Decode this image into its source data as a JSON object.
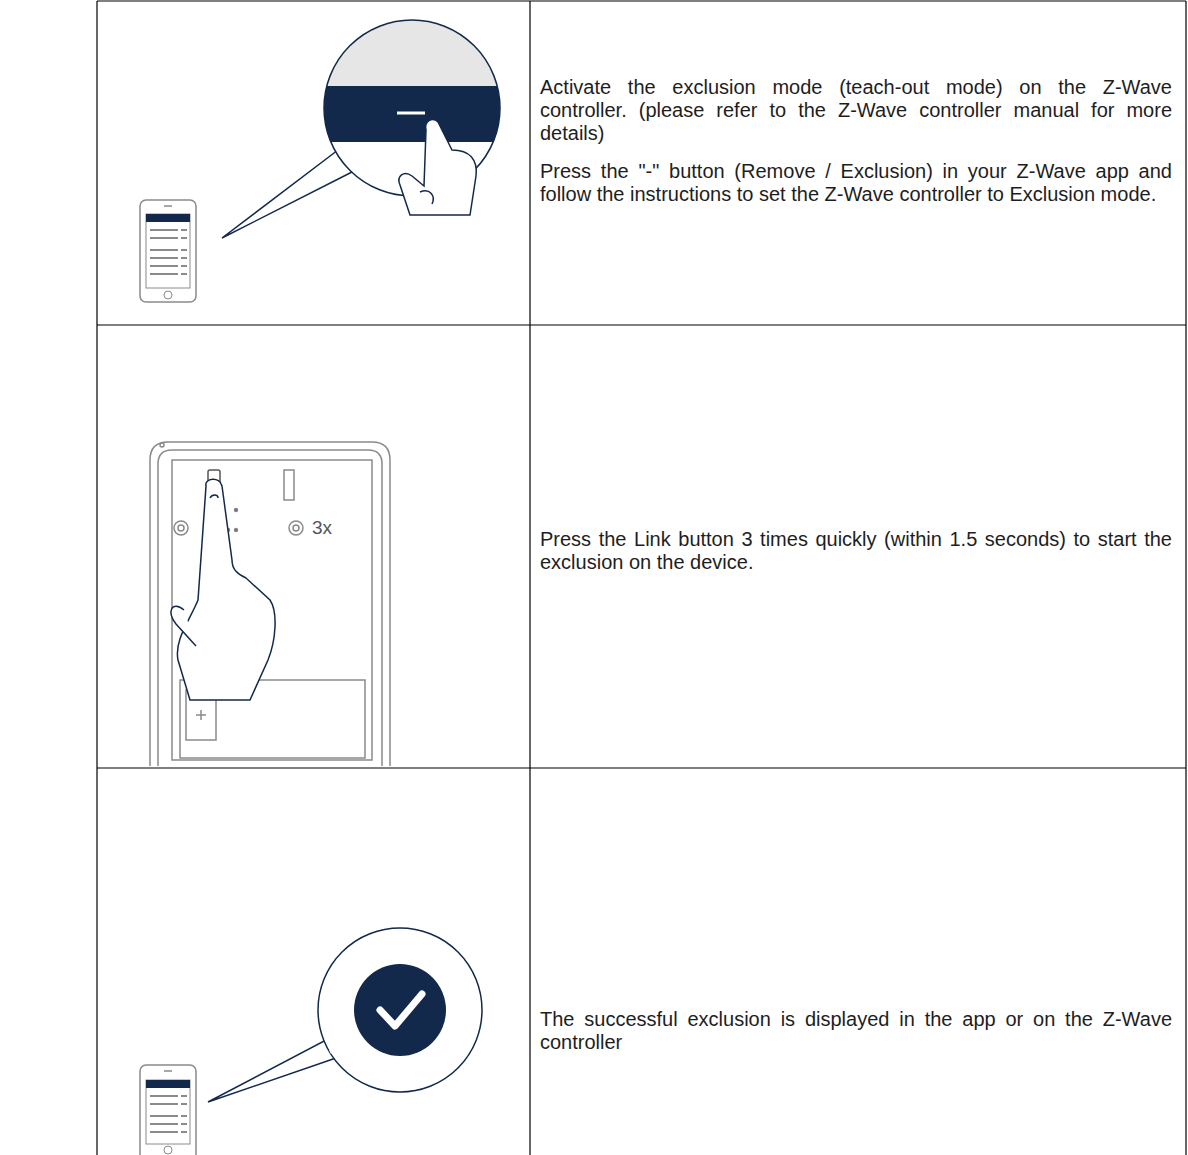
{
  "diagram": {
    "labels": [
      "Activate the exclusion mode (teach-out mode) on the Z-Wave controller. (please refer to the Z-Wave controller manual for more details)",
      "Press the \"-\" button (Remove / Exclusion) in your Z-Wave app and follow the instructions to set the Z-Wave controller to Exclusion mode.",
      "3x",
      "Press the Link button 3 times quickly (within 1.5 seconds) to start the exclusion on the device.",
      "The successful exclusion is displayed in the app or on the Z-Wave controller"
    ]
  }
}
